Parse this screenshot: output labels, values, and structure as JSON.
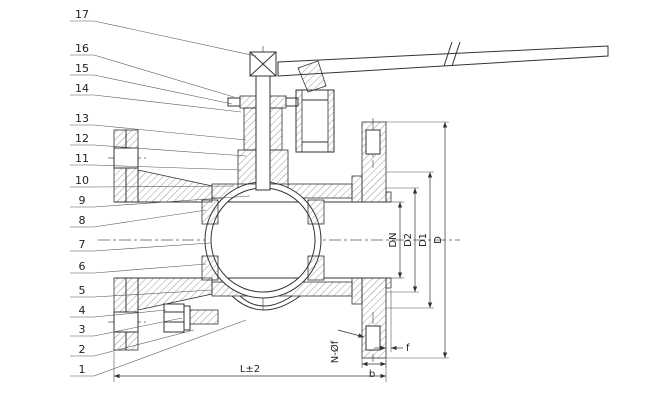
{
  "drawing": {
    "callouts": [
      "17",
      "16",
      "15",
      "14",
      "13",
      "12",
      "11",
      "10",
      "9",
      "8",
      "7",
      "6",
      "5",
      "4",
      "3",
      "2",
      "1"
    ],
    "dimensions": {
      "bore": "DN",
      "d2": "D2",
      "d1": "D1",
      "outer": "D",
      "length": "L±2",
      "bolt_holes": "N-Øf",
      "b": "b",
      "f": "f"
    },
    "colors": {
      "line": "#333333",
      "background": "#ffffff"
    }
  }
}
